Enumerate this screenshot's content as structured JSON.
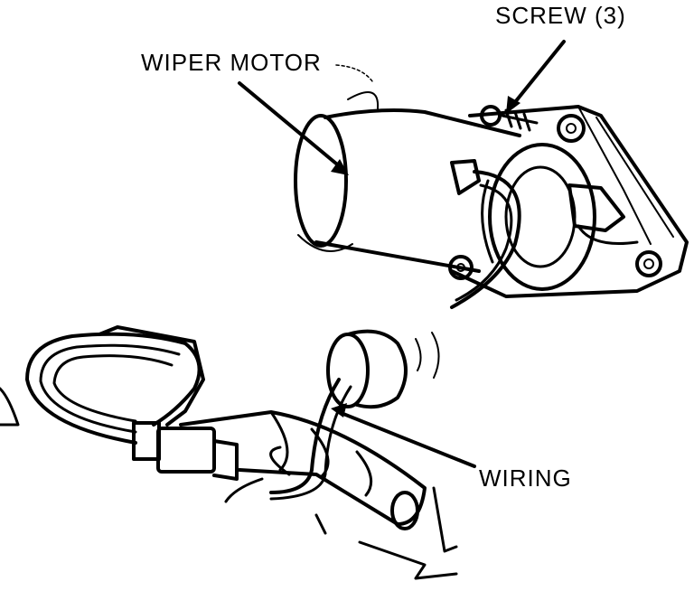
{
  "labels": {
    "screw": "SCREW (3)",
    "wiper_motor": "WIPER MOTOR",
    "wiring": "WIRING"
  },
  "colors": {
    "ink": "#000000",
    "paper": "#ffffff"
  }
}
